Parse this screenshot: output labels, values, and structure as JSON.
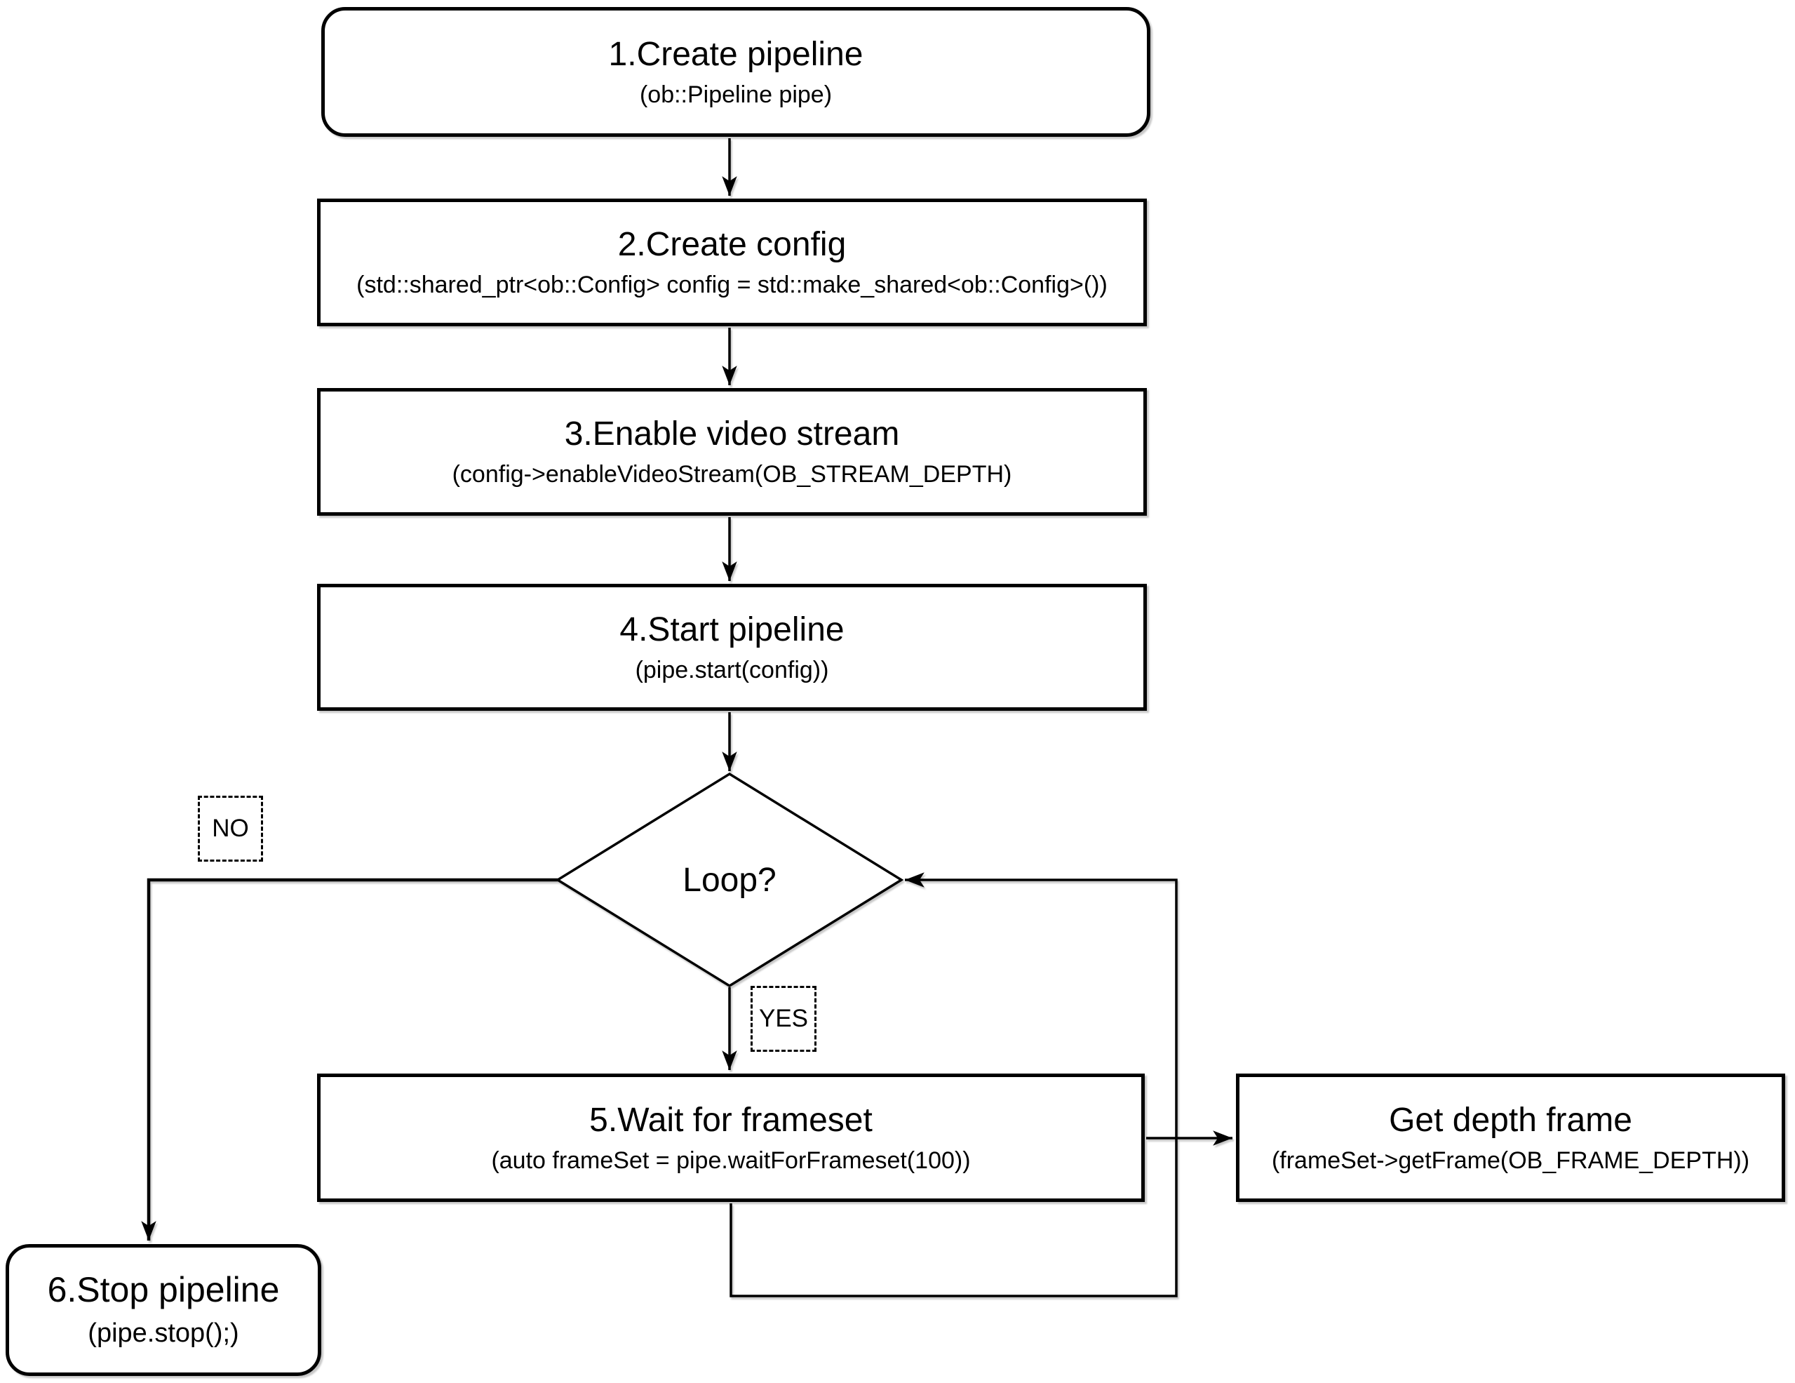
{
  "nodes": {
    "create_pipeline": {
      "title": "1.Create pipeline",
      "subtitle": "(ob::Pipeline pipe)"
    },
    "create_config": {
      "title": "2.Create config",
      "subtitle": "(std::shared_ptr<ob::Config> config = std::make_shared<ob::Config>())"
    },
    "enable_video_streamریال": {
      "title": "",
      "subtitle": ""
    },
    "enable_video_stream": {
      "title": "3.Enable video stream",
      "subtitle": "(config->enableVideoStream(OB_STREAM_DEPTH)"
    },
    "start_pipeline": {
      "title": "4.Start pipeline",
      "subtitle": "(pipe.start(config))"
    },
    "loop_decision": {
      "title": "Loop?"
    },
    "wait_for_frameset": {
      "title": "5.Wait for frameset",
      "subtitle": "(auto frameSet = pipe.waitForFrameset(100))"
    },
    "get_depth_frame": {
      "title": "Get depth frame",
      "subtitle": "(frameSet->getFrame(OB_FRAME_DEPTH))"
    },
    "stop_pipeline": {
      "title": "6.Stop pipeline",
      "subtitle": "(pipe.stop();)"
    }
  },
  "edge_labels": {
    "no": "NO",
    "yes": "YES"
  },
  "edges": [
    {
      "from": "create_pipeline",
      "to": "create_config"
    },
    {
      "from": "create_config",
      "to": "enable_video_stream"
    },
    {
      "from": "enable_video_stream",
      "to": "start_pipeline"
    },
    {
      "from": "start_pipeline",
      "to": "loop_decision"
    },
    {
      "from": "loop_decision",
      "to": "stop_pipeline",
      "label": "NO"
    },
    {
      "from": "loop_decision",
      "to": "wait_for_frameset",
      "label": "YES"
    },
    {
      "from": "wait_for_frameset",
      "to": "get_depth_frame"
    },
    {
      "from": "wait_for_frameset",
      "to": "loop_decision",
      "kind": "loop-back"
    }
  ],
  "colors": {
    "stroke": "#000000",
    "background": "#ffffff",
    "text": "#000000"
  }
}
